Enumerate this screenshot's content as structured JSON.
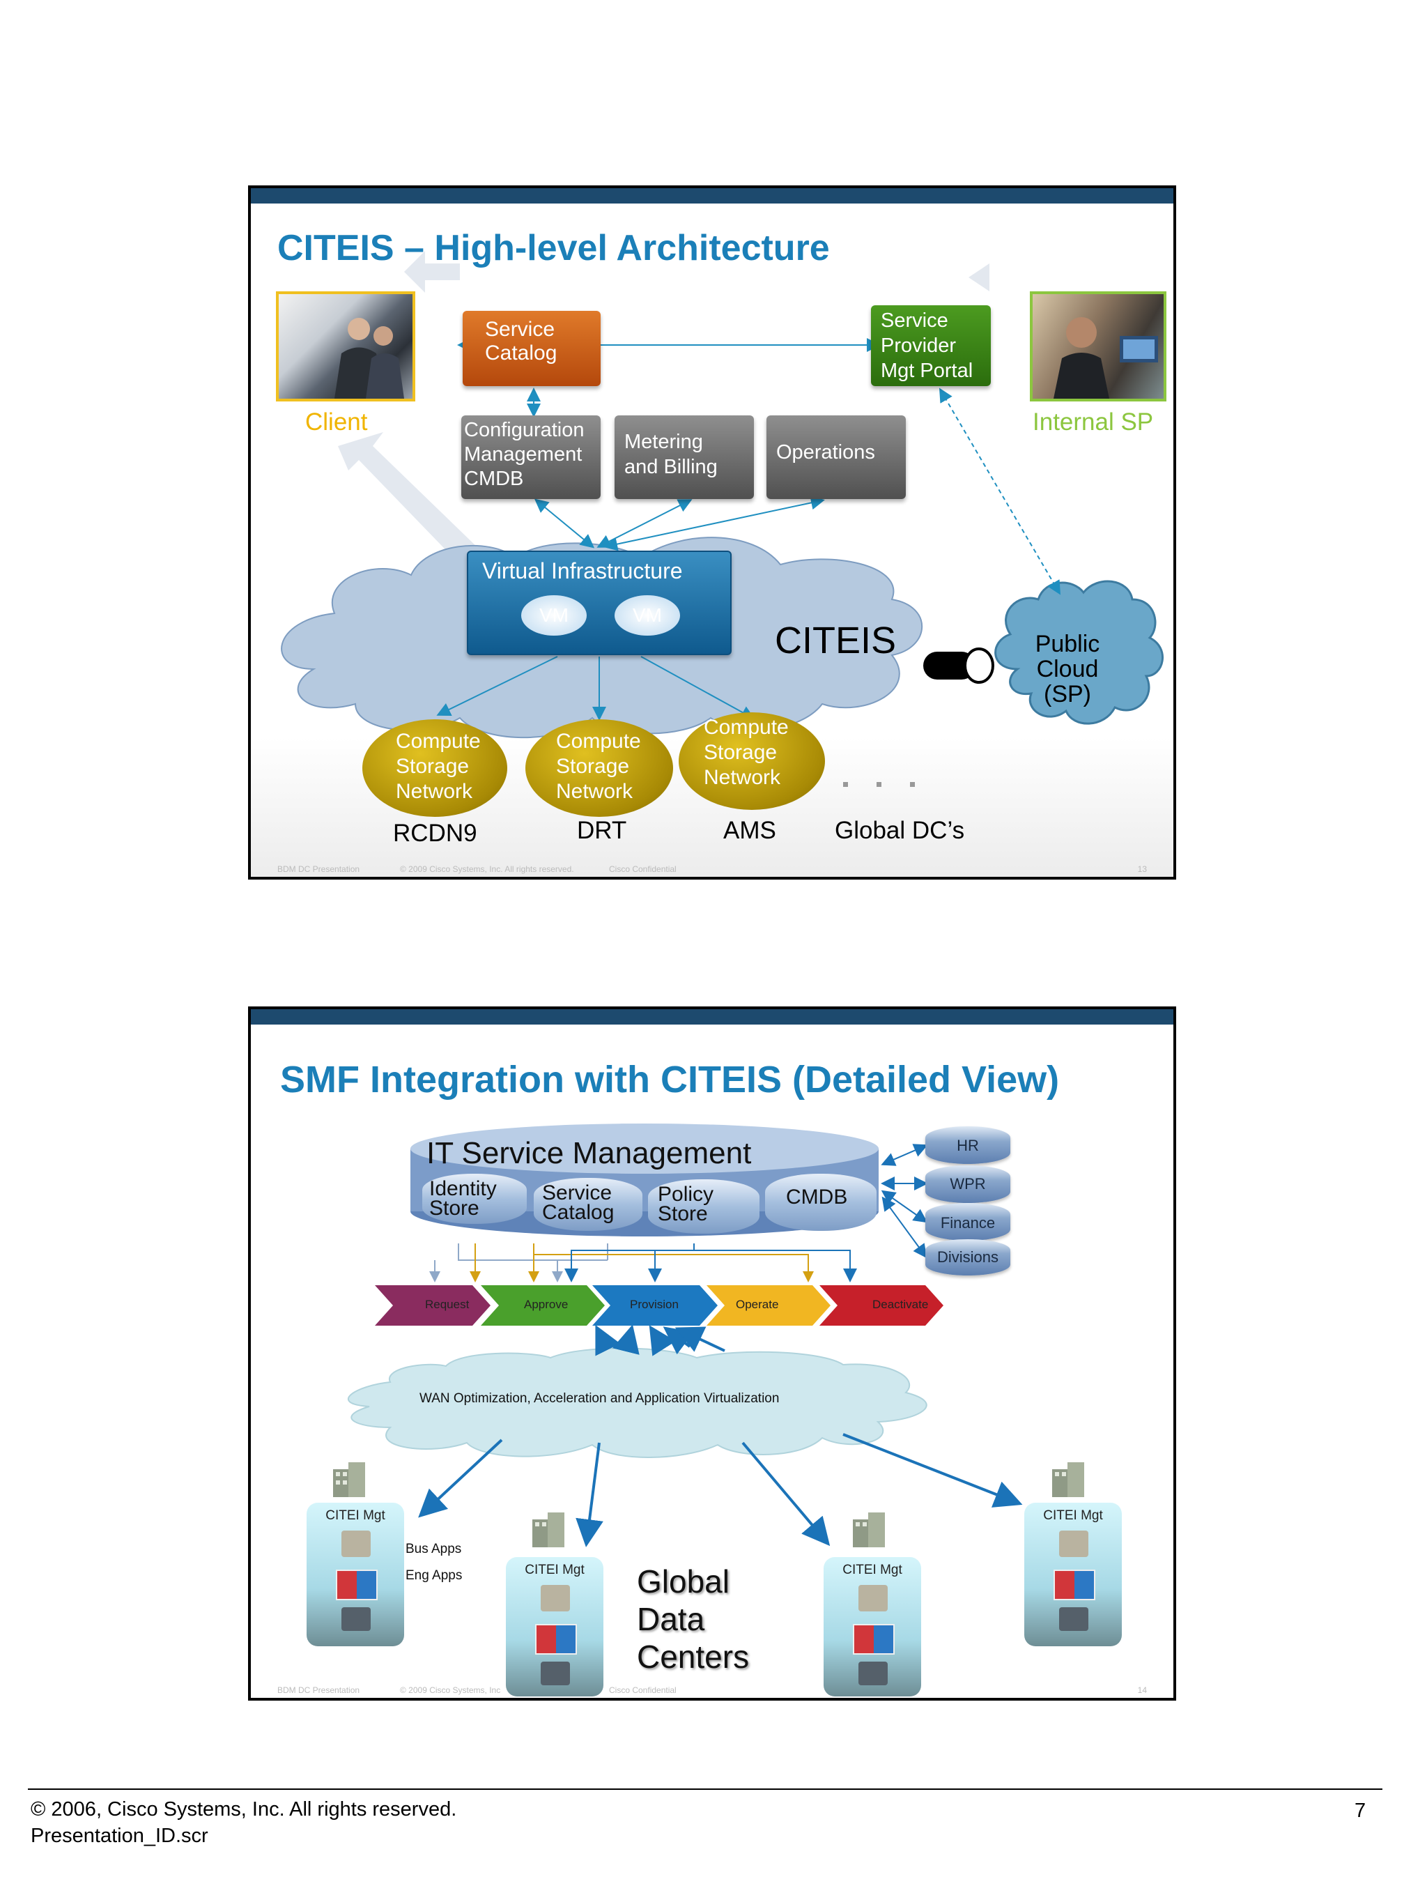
{
  "slide1": {
    "title": "CITEIS – High-level Architecture",
    "client_label": "Client",
    "internal_sp_label": "Internal SP",
    "service_catalog": [
      "Service",
      "Catalog"
    ],
    "sp_portal": [
      "Service",
      "Provider",
      "Mgt Portal"
    ],
    "cmdb_box": [
      "Configuration",
      "Management",
      "CMDB"
    ],
    "metering_box": [
      "Metering",
      "and Billing"
    ],
    "operations_box": "Operations",
    "virtual_infra": "Virtual Infrastructure",
    "vm_label": "VM",
    "citeis_label": "CITEIS",
    "public_cloud": [
      "Public",
      "Cloud",
      "(SP)"
    ],
    "compute_lines": [
      "Compute",
      "Storage",
      "Network"
    ],
    "dc_names": [
      "RCDN9",
      "DRT",
      "AMS",
      "Global DC’s"
    ],
    "footer_left": "BDM DC Presentation",
    "footer_copy": "© 2009 Cisco Systems, Inc. All rights reserved.",
    "footer_conf": "Cisco Confidential",
    "slide_number": "13"
  },
  "slide2": {
    "title": "SMF Integration with CITEIS (Detailed View)",
    "itsm_title": "IT Service Management",
    "identity_store": [
      "Identity",
      "Store"
    ],
    "service_catalog": [
      "Service",
      "Catalog"
    ],
    "policy_store": [
      "Policy",
      "Store"
    ],
    "cmdb": "CMDB",
    "side_dbs": [
      "HR",
      "WPR",
      "Finance",
      "Divisions"
    ],
    "lifecycle": [
      "Request",
      "Approve",
      "Provision",
      "Operate",
      "Deactivate"
    ],
    "wan_label": "WAN Optimization, Acceleration and Application Virtualization",
    "citei_mgt": "CITEI Mgt",
    "bus_apps": "Bus Apps",
    "eng_apps": "Eng Apps",
    "global_dc": [
      "Global",
      "Data",
      "Centers"
    ],
    "footer_left": "BDM DC Presentation",
    "footer_copy": "© 2009 Cisco Systems, Inc",
    "footer_conf": "Cisco Confidential",
    "slide_number": "14"
  },
  "page_footer": {
    "copyright": "© 2006, Cisco Systems, Inc. All rights reserved.",
    "presentation_id": "Presentation_ID.scr",
    "page_number": "7"
  }
}
